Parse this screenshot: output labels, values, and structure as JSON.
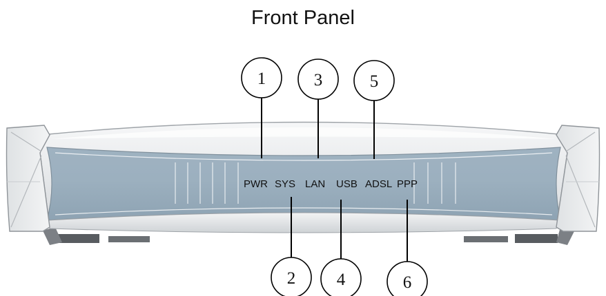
{
  "title": "Front Panel",
  "panel": {
    "leds": [
      "PWR",
      "SYS",
      "LAN",
      "USB",
      "ADSL",
      "PPP"
    ]
  },
  "callouts": [
    "1",
    "2",
    "3",
    "4",
    "5",
    "6"
  ]
}
